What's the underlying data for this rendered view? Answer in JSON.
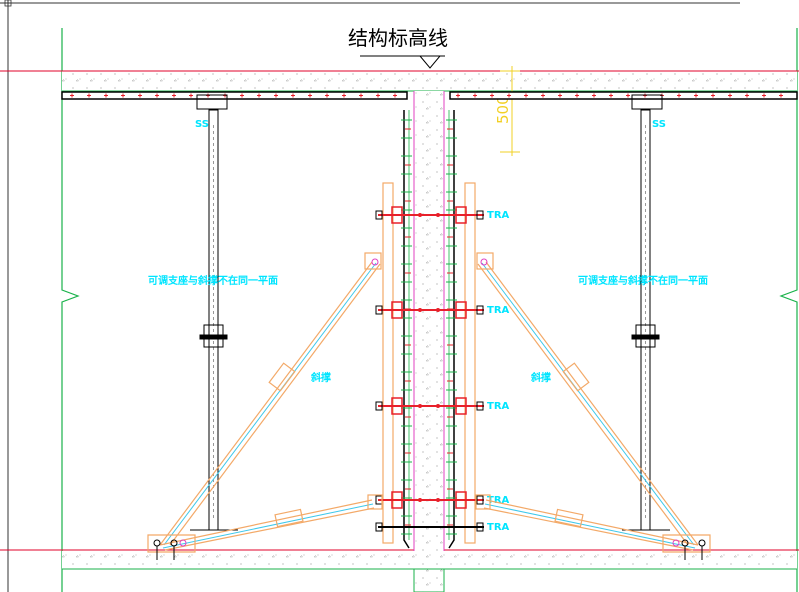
{
  "title": "结构标高线",
  "dimension": "500",
  "adjustable_support_note": "可调支座与斜撑不在同一平面",
  "brace_label": "斜撑",
  "prop_tag": "SS",
  "clamp_tag": "TRA",
  "colors": {
    "background": "#ffffff",
    "slab_line": "#e0002a",
    "frame_green": "#19b24a",
    "brace_orange": "#f3a968",
    "brace_inner": "#3fc8ea",
    "bolt_red": "#e8202a",
    "label_cyan": "#00e5ff",
    "dimension_yellow": "#f2d024",
    "magenta": "#e040c0",
    "outline": "#000000"
  }
}
